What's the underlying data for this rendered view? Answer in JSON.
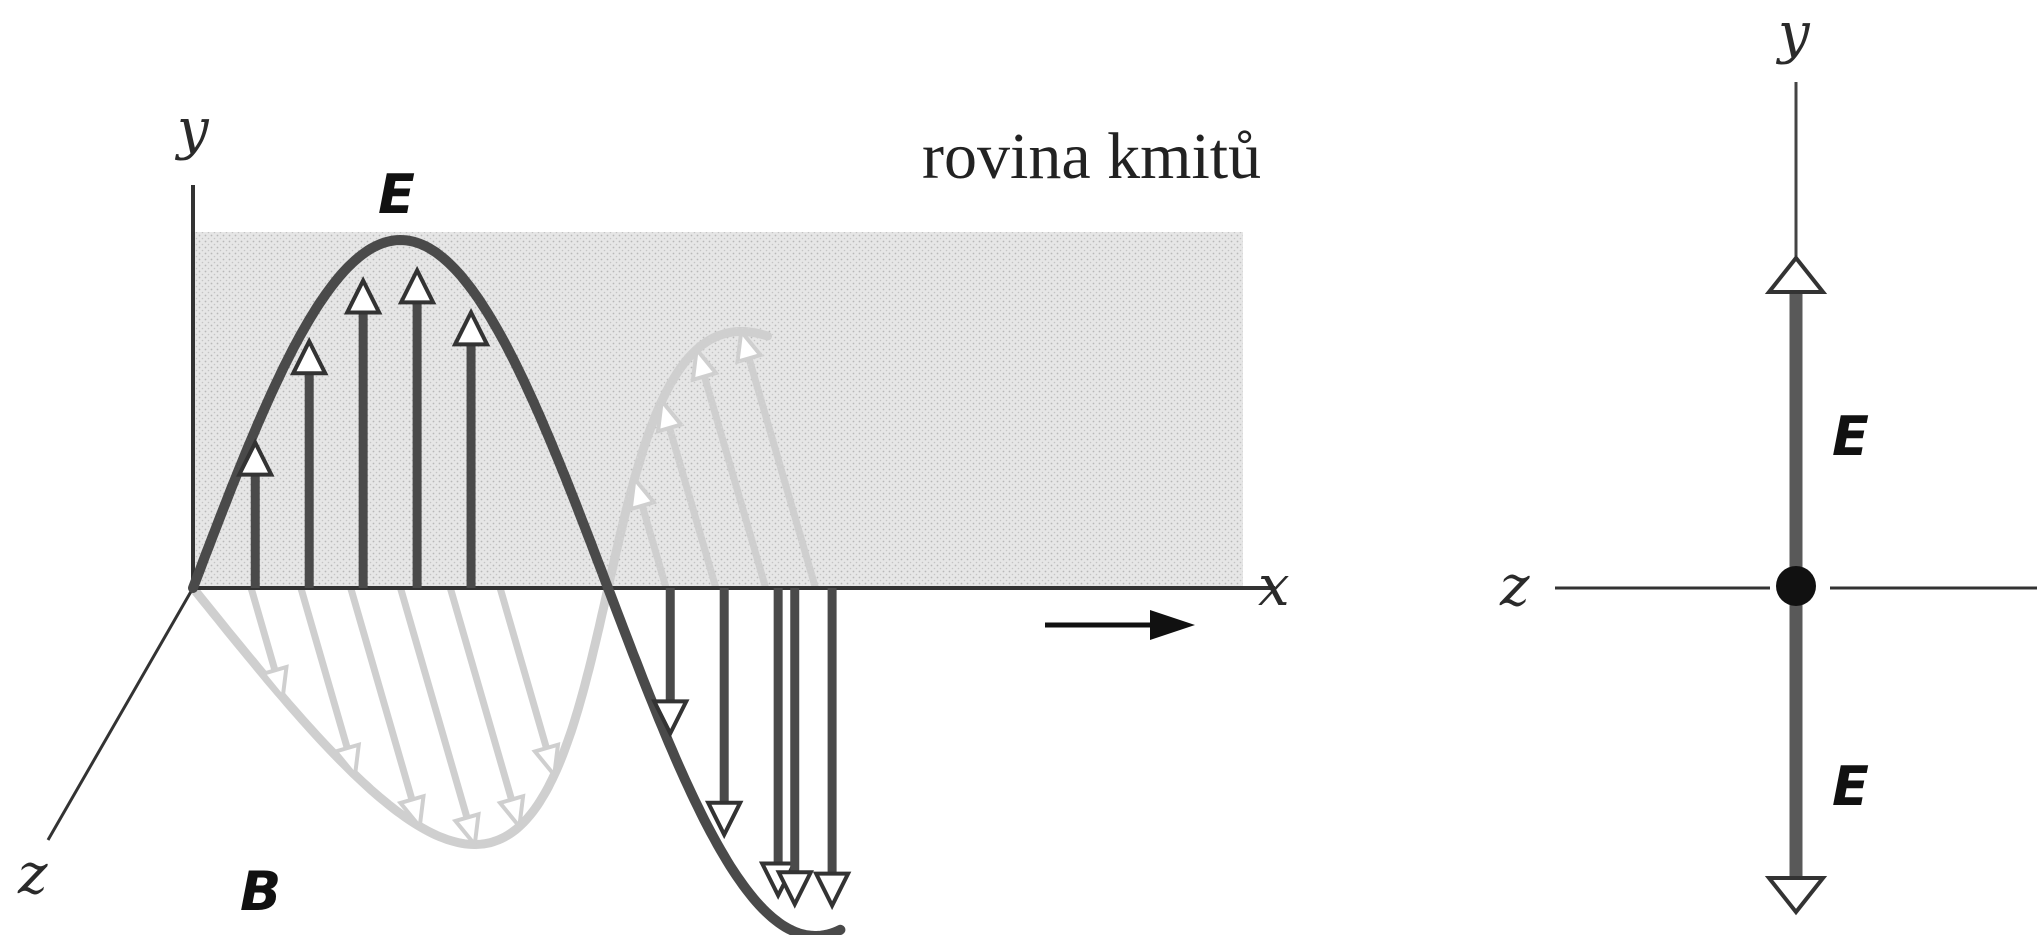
{
  "left_diagram": {
    "plane_label": "rovina kmitů",
    "axis_y": "y",
    "axis_x": "x",
    "axis_z": "z",
    "field_e": "E",
    "field_b": "B"
  },
  "right_diagram": {
    "axis_y": "y",
    "axis_z": "z",
    "field_e_up": "E",
    "field_e_down": "E"
  },
  "colors": {
    "e_wave": "#4a4a4a",
    "b_wave": "#cfcfcf",
    "plane": "#e2e2e2",
    "axis": "#222222"
  },
  "icons": [
    "arrow-right-icon",
    "origin-dot-icon"
  ]
}
